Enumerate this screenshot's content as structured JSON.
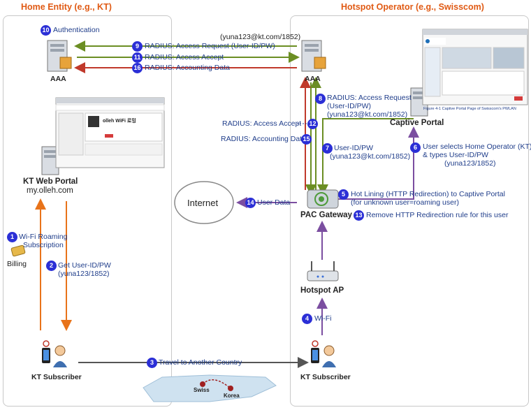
{
  "home_entity": {
    "title": "Home Entity (e.g., KT)"
  },
  "hotspot_operator": {
    "title": "Hotspot Operator (e.g., Swisscom)"
  },
  "nodes": {
    "aaa_home": "AAA",
    "aaa_hotspot": "AAA",
    "kt_web_portal": "KT Web Portal",
    "kt_web_portal_url": "my.olleh.com",
    "captive_portal": "Captive Portal",
    "pac_gateway": "PAC Gateway",
    "internet": "Internet",
    "hotspot_ap": "Hotspot AP",
    "kt_subscriber_home": "KT Subscriber",
    "kt_subscriber_hotspot": "KT Subscriber",
    "billing": "Billing",
    "map_swiss": "Swiss",
    "map_korea": "Korea"
  },
  "steps": {
    "s1": {
      "num": "1",
      "lines": [
        "Wi-Fi Roaming",
        "Subscription"
      ]
    },
    "s2": {
      "num": "2",
      "lines": [
        "Get User-ID/PW",
        "(yuna123/1852)"
      ]
    },
    "s3": {
      "num": "3",
      "lines": [
        "Travel to Another Country"
      ]
    },
    "s4": {
      "num": "4",
      "lines": [
        "Wi-Fi"
      ]
    },
    "s5": {
      "num": "5",
      "lines": [
        "Hot Lining (HTTP Redirection) to Captive Portal",
        "(for unknown user=roaming user)"
      ]
    },
    "s6": {
      "num": "6",
      "lines": [
        "User selects Home Operator (KT)",
        "& types User-ID/PW",
        "(yuna123/1852)"
      ]
    },
    "s7": {
      "num": "7",
      "lines": [
        "User-ID/PW",
        "(yuna123@kt.com/1852)"
      ]
    },
    "s8": {
      "num": "8",
      "lines": [
        "RADIUS: Access Request",
        "(User-ID/PW)",
        "(yuna123@kt.com/1852)"
      ]
    },
    "s9": {
      "num": "9",
      "lines": [
        "RADIUS: Access Request (User-ID/PW)"
      ],
      "above": "(yuna123@kt.com/1852)"
    },
    "s10": {
      "num": "10",
      "lines": [
        "Authentication"
      ]
    },
    "s11": {
      "num": "11",
      "lines": [
        "RADIUS: Access Accept"
      ]
    },
    "s12": {
      "num": "12",
      "lines": [
        "RADIUS: Access Accept"
      ]
    },
    "s13": {
      "num": "13",
      "lines": [
        "Remove HTTP Redirection rule for this user"
      ]
    },
    "s14": {
      "num": "14",
      "lines": [
        "User Data"
      ]
    },
    "s15": {
      "num": "15",
      "lines": [
        "RADIUS: Accounting Data"
      ]
    },
    "s16": {
      "num": "16",
      "lines": [
        "RADIUS: Accounting Data"
      ]
    }
  },
  "screenshots": {
    "olleh_heading": "olleh WiFi 로밍",
    "swisscom_caption": "Figure 4-1 Captive Portal Page of Swisscom's PWLAN"
  },
  "colors": {
    "green": "#6b8e23",
    "red": "#c0392b",
    "purple": "#7b4ea0",
    "orange": "#e8731a",
    "gray": "#555555",
    "step_circle": "#2b2fd6"
  }
}
